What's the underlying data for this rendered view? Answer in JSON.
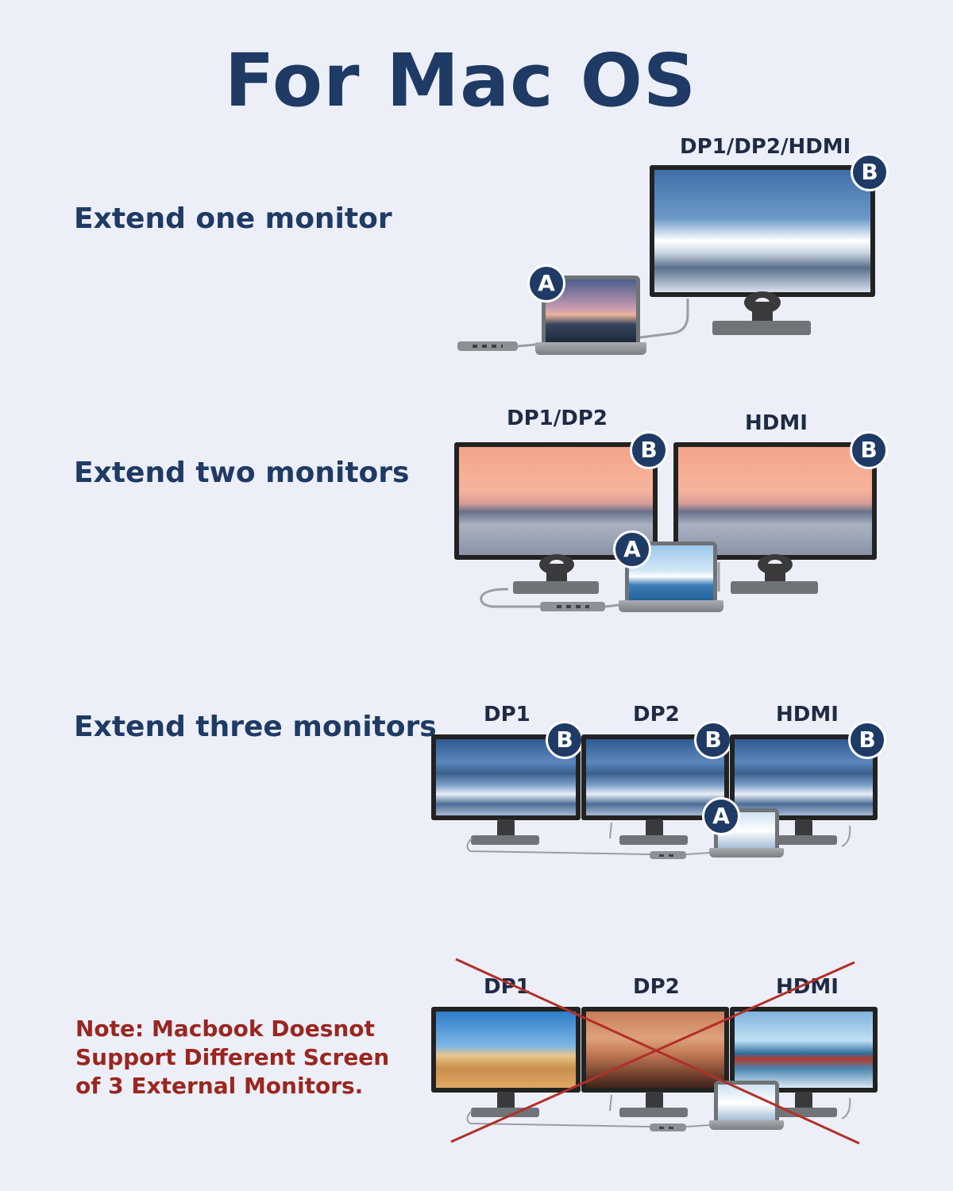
{
  "title": "For Mac OS",
  "sections": [
    {
      "heading": "Extend one monitor",
      "ports": [
        "DP1/DP2/HDMI"
      ],
      "badges": {
        "monitor": "B",
        "laptop": "A"
      }
    },
    {
      "heading": "Extend two monitors",
      "ports": [
        "DP1/DP2",
        "HDMI"
      ],
      "badges": {
        "monitor": "B",
        "laptop": "A"
      }
    },
    {
      "heading": "Extend three monitors",
      "ports": [
        "DP1",
        "DP2",
        "HDMI"
      ],
      "badges": {
        "monitor": "B",
        "laptop": "A"
      }
    },
    {
      "note_lines": [
        "Note: Macbook Doesnot",
        "Support Different Screen",
        "of 3 External Monitors."
      ],
      "ports": [
        "DP1",
        "DP2",
        "HDMI"
      ],
      "crossed_out": true
    }
  ],
  "colors": {
    "background": "#eceff7",
    "heading": "#1f3a64",
    "badge": "#1f3a64",
    "note": "#9a2620",
    "cross": "#b1302a"
  },
  "icons": [
    "port-badge-icon",
    "cross-out-icon"
  ]
}
